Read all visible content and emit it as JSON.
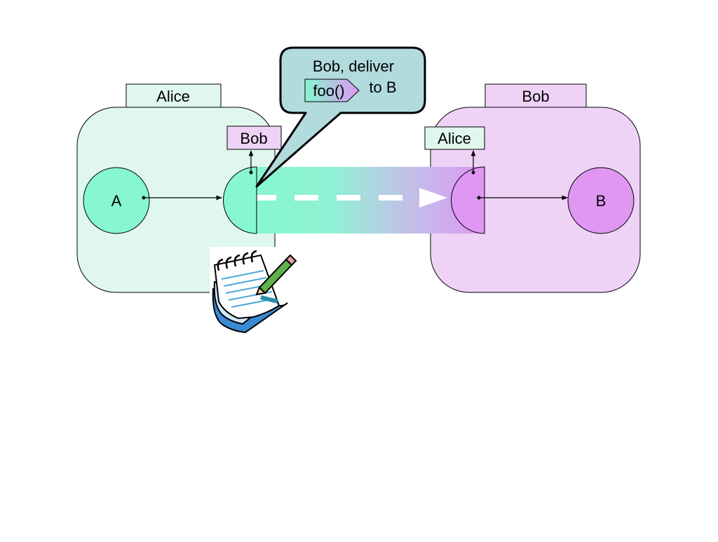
{
  "colors": {
    "alice_fill": "#dff7ec",
    "alice_node": "#86f7cf",
    "bob_fill": "#eed3f7",
    "bob_node": "#df97f3",
    "callout_fill": "#b2dbde",
    "stroke": "#000000",
    "arrow_dash": "#ffffff"
  },
  "alice_vat": {
    "title": "Alice",
    "ref_label": "Bob",
    "node_label": "A"
  },
  "bob_vat": {
    "title": "Bob",
    "ref_label": "Alice",
    "node_label": "B"
  },
  "callout": {
    "line1": "Bob, deliver",
    "message": "foo()",
    "line2": "to B"
  },
  "icons": {
    "notepad": "notepad-pencil-icon"
  }
}
